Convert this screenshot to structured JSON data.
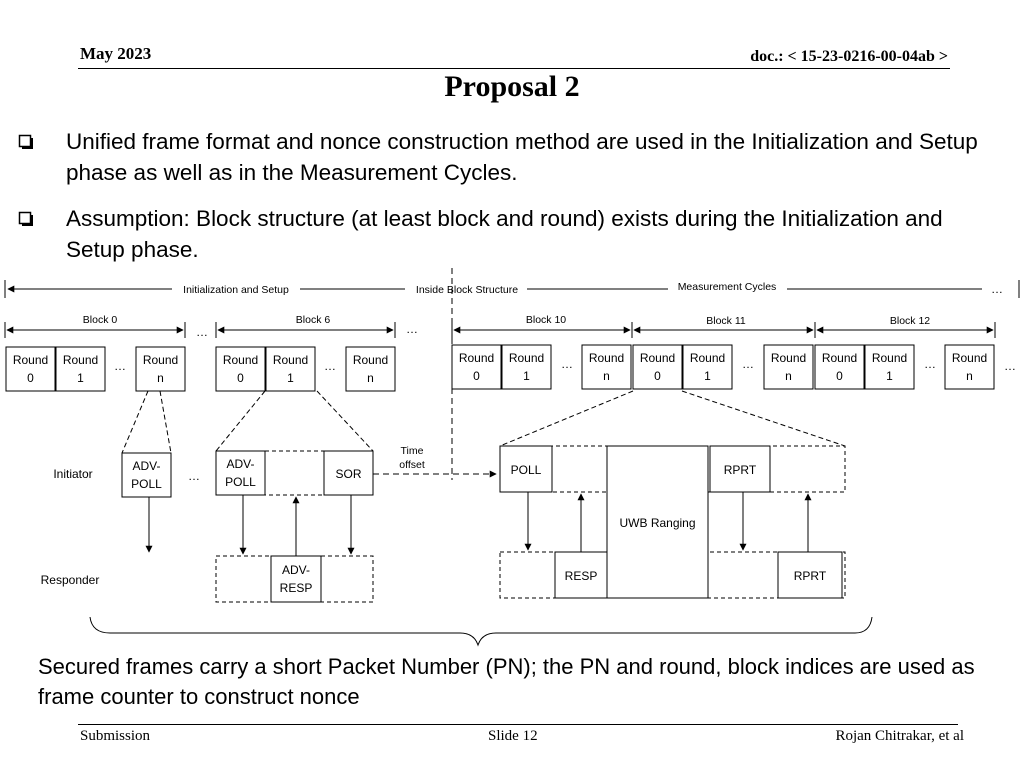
{
  "header": {
    "date": "May 2023",
    "doc": "doc.: < 15-23-0216-00-04ab >"
  },
  "title": "Proposal 2",
  "bullets": [
    {
      "icon": "checkbox-bullet-icon",
      "text": "Unified frame format and nonce construction method are used in the Initialization and Setup phase as well as in the Measurement Cycles."
    },
    {
      "icon": "checkbox-bullet-icon",
      "text": "Assumption: Block structure (at least block and round) exists during the Initialization and Setup phase."
    }
  ],
  "diagram": {
    "phases": {
      "init": "Initialization and Setup",
      "inside": "Inside Block Structure",
      "meas": "Measurement Cycles"
    },
    "ellipsis": "…",
    "blocks": [
      "Block 0",
      "Block 6",
      "Block 10",
      "Block 11",
      "Block 12"
    ],
    "round_word": "Round",
    "round_idx": [
      "0",
      "1",
      "n"
    ],
    "roles": {
      "initiator": "Initiator",
      "responder": "Responder"
    },
    "frames": {
      "adv_poll": [
        "ADV-",
        "POLL"
      ],
      "sor": "SOR",
      "adv_resp": [
        "ADV-",
        "RESP"
      ],
      "poll": "POLL",
      "rprt": "RPRT",
      "resp": "RESP",
      "uwb": "UWB Ranging"
    },
    "time_offset": [
      "Time",
      "offset"
    ]
  },
  "note": "Secured frames carry a short Packet Number (PN); the PN and round, block indices are used as frame counter to construct nonce",
  "footer": {
    "left": "Submission",
    "center": "Slide 12",
    "right": "Rojan Chitrakar, et al"
  }
}
